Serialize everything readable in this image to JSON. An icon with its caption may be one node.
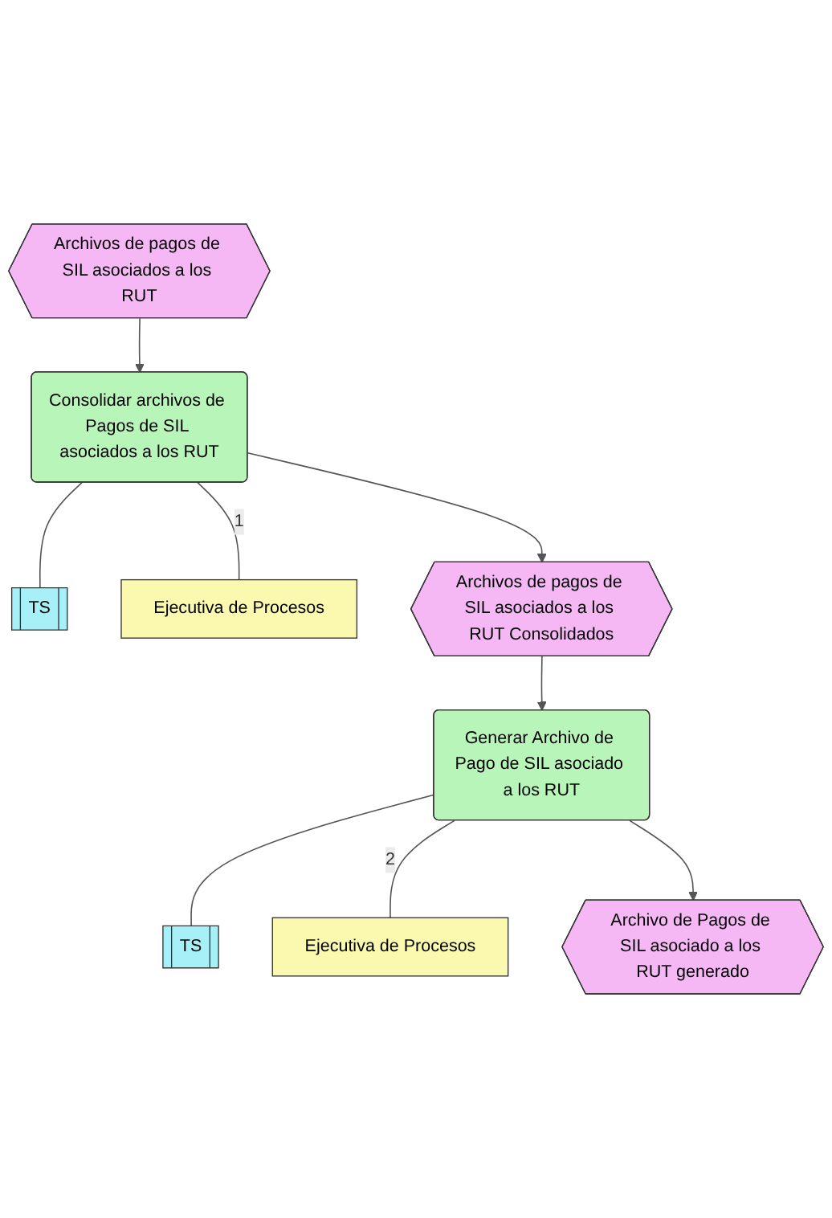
{
  "diagram": {
    "nodes": [
      {
        "text": [
          "Archivos de pagos de SIL asociados a los RUT"
        ]
      },
      {
        "text": [
          "Consolidar archivos de Pagos de SIL asociados a los RUT"
        ]
      },
      {
        "text": [
          "TS"
        ]
      },
      {
        "text": [
          "Ejecutiva de Procesos"
        ]
      },
      {
        "text": [
          "Archivos de pagos de SIL asociados a los RUT Consolidados"
        ]
      },
      {
        "text": [
          "Generar Archivo de Pago de SIL asociado a los RUT"
        ]
      },
      {
        "text": [
          "TS"
        ]
      },
      {
        "text": [
          "Ejecutiva de Procesos"
        ]
      },
      {
        "text": [
          "Archivo de Pagos de SIL asociado a los RUT generado"
        ]
      }
    ],
    "edges": [
      {
        "from": 0,
        "to": 1,
        "arrow": "to"
      },
      {
        "from": 1,
        "to": 2,
        "arrow": "none"
      },
      {
        "from": 1,
        "to": 3,
        "arrow": "none",
        "label": "1"
      },
      {
        "from": 1,
        "to": 4,
        "arrow": "to"
      },
      {
        "from": 4,
        "to": 5,
        "arrow": "to"
      },
      {
        "from": 5,
        "to": 6,
        "arrow": "none"
      },
      {
        "from": 5,
        "to": 7,
        "arrow": "none",
        "label": "2"
      },
      {
        "from": 5,
        "to": 8,
        "arrow": "to"
      }
    ]
  }
}
